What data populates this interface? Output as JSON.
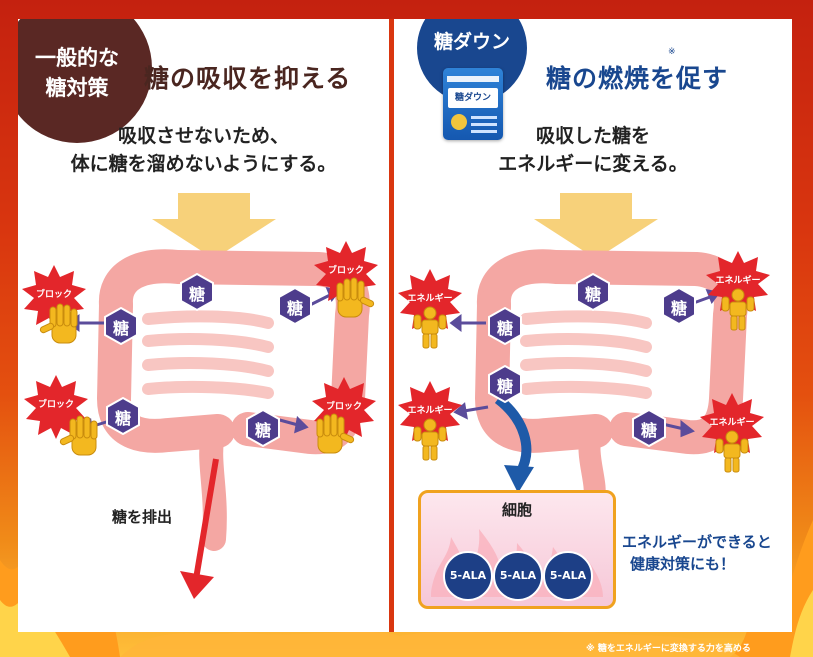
{
  "left": {
    "badge": {
      "line1": "一般的な",
      "line2": "糖対策"
    },
    "title": "糖の吸収を抑える",
    "lead": {
      "line1": "吸収させないため、",
      "line2": "体に糖を溜めないようにする。"
    },
    "sugar_label": "糖",
    "block_label": "ブロック",
    "excrete_label": "糖を排出"
  },
  "right": {
    "badge_label": "糖ダウン",
    "product_name": "糖ダウン",
    "title": "糖の燃焼を促す",
    "title_mark": "※",
    "lead": {
      "line1": "吸収した糖を",
      "line2": "エネルギーに変える。"
    },
    "sugar_label": "糖",
    "energy_label": "エネルギー",
    "cell_title": "細胞",
    "ala": [
      "5-ALA",
      "5-ALA",
      "5-ALA"
    ],
    "note": {
      "line1": "エネルギーができると",
      "line2": "健康対策にも！"
    }
  },
  "footnote": "※ 糖をエネルギーに変換する力を高める",
  "colors": {
    "brown": "#5a2824",
    "navy": "#19478f",
    "sugar_hex": "#4d3c8c",
    "burst_red": "#e3262b",
    "hand_yellow": "#f3b81f",
    "arrow_yellow": "#f7d17a",
    "intestine": "#f4a7a3"
  }
}
